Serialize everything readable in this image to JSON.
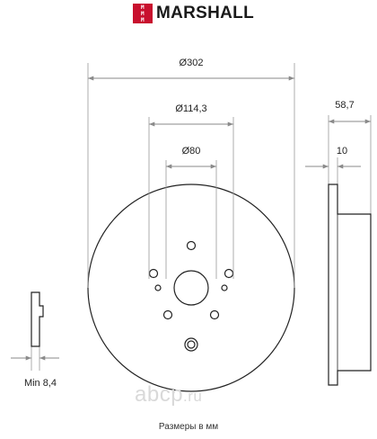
{
  "brand": {
    "mark_lines": [
      "M",
      "M",
      "M"
    ],
    "name": "MARSHALL",
    "accent_color": "#c8102e"
  },
  "dimensions": {
    "outer_diameter": "Ø302",
    "bolt_circle": "Ø114,3",
    "center_bore": "Ø80",
    "total_height": "58,7",
    "disc_thickness": "10",
    "min_thickness": "Min 8,4"
  },
  "watermark": {
    "main": "abcp",
    "tld": ".ru"
  },
  "caption": "Размеры в мм"
}
